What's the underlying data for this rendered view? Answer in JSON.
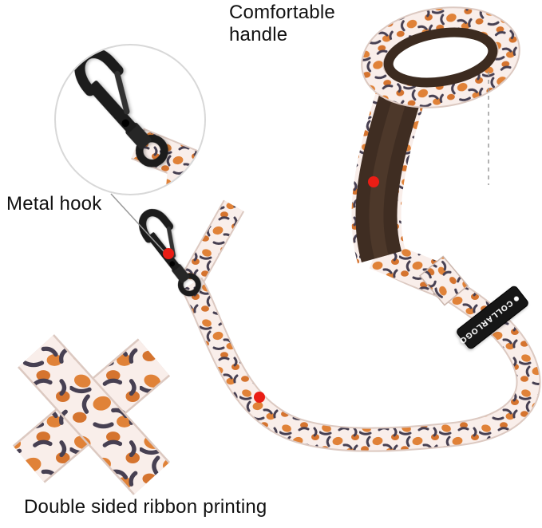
{
  "annotations": {
    "comfortable_handle_line1": "Comfortable",
    "comfortable_handle_line2": "handle",
    "metal_hook": "Metal hook",
    "double_sided_ribbon": "Double sided ribbon printing"
  },
  "product": {
    "brand_label": "COLLARLOGO"
  },
  "colors": {
    "accent_red": "#ea1d15",
    "ribbon_base": "#f9eeea",
    "spot_orange": "#e08238",
    "spot_dark": "#474052",
    "lining_brown": "#3f2d22",
    "hook_metal": "#1f1f1f",
    "callout_line": "#9a9a9a",
    "label_black": "#181818"
  },
  "icons": {
    "zoom_circle": "zoom-detail-circle",
    "callout_dot": "red-hotspot-dot",
    "brand_logo": "brand-logo-icon"
  }
}
